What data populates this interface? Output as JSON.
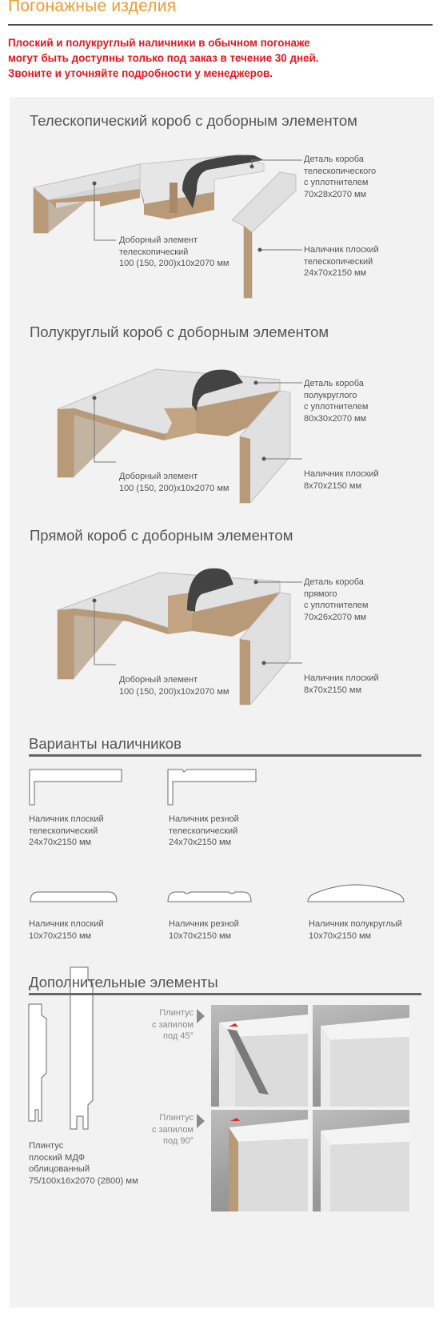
{
  "page": {
    "title": "Погонажные изделия",
    "notice": [
      "Плоский и полукруглый наличники в обычном погонаже",
      "могут быть доступны только под заказ в течение 30 дней.",
      "Звоните и уточняйте подробности у менеджеров."
    ]
  },
  "sections": [
    {
      "title": "Телескопический короб с доборным элементом",
      "detail": [
        "Деталь короба",
        "телескопического",
        "с уплотнителем",
        "70x28x2070 мм"
      ],
      "extender": [
        "Доборный элемент",
        "телескопический",
        "100 (150, 200)x10x2070 мм"
      ],
      "casing": [
        "Наличник плоский",
        "телескопический",
        "24x70x2150 мм"
      ]
    },
    {
      "title": "Полукруглый короб с доборным элементом",
      "detail": [
        "Деталь короба",
        "полукруглого",
        "с уплотнителем",
        "80x30x2070 мм"
      ],
      "extender": [
        "Доборный элемент",
        "100 (150, 200)x10x2070 мм"
      ],
      "casing": [
        "Наличник плоский",
        "8x70x2150 мм"
      ]
    },
    {
      "title": "Прямой короб с доборным элементом",
      "detail": [
        "Деталь короба",
        "прямого",
        "с уплотнителем",
        "70x26x2070 мм"
      ],
      "extender": [
        "Доборный элемент",
        "100 (150, 200)x10x2070 мм"
      ],
      "casing": [
        "Наличник плоский",
        "8x70x2150 мм"
      ]
    }
  ],
  "casings": {
    "title": "Варианты наличников",
    "items": [
      [
        "Наличник плоский",
        "телескопический",
        "24x70x2150 мм"
      ],
      [
        "Наличник резной",
        "телескопический",
        "24x70x2150 мм"
      ],
      [
        "Наличник плоский",
        "10x70x2150 мм"
      ],
      [
        "Наличник резной",
        "10x70x2150 мм"
      ],
      [
        "Наличник полукруглый",
        "10x70x2150 мм"
      ]
    ]
  },
  "extras": {
    "title": "Дополнительные элементы",
    "plinth": [
      "Плинтус",
      "плоский МДФ",
      "облицованный",
      "75/100x16x2070 (2800) мм"
    ],
    "cut45": [
      "Плинтус",
      "с запилом",
      "под 45°"
    ],
    "cut90": [
      "Плинтус",
      "с запилом",
      "под 90°"
    ]
  },
  "colors": {
    "title": "#f29a2e",
    "notice": "#e8141b",
    "panel": "#f2f2f2",
    "mdf": "#b89a78",
    "seal": "#444444"
  }
}
